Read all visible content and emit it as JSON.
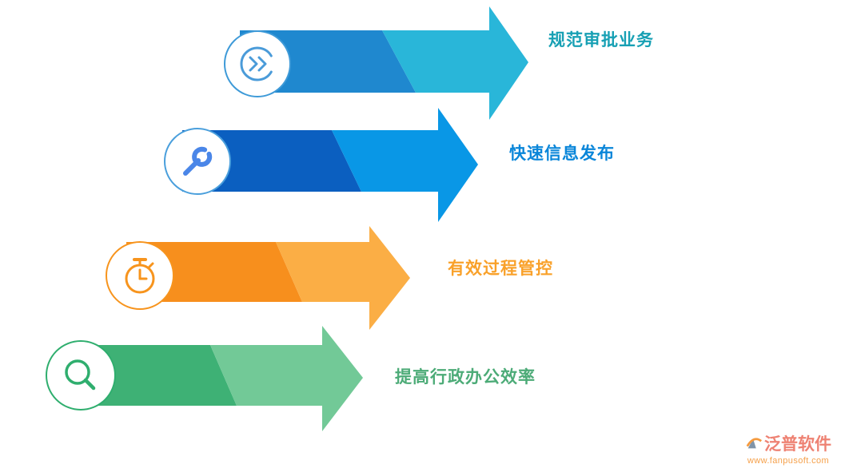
{
  "page": {
    "background": "#ffffff"
  },
  "items": [
    {
      "label": "规范审批业务",
      "label_color": "#17a0b4",
      "arrow_dark": "#1f88cf",
      "arrow_light": "#29b6d9",
      "circle_border": "#3e9ad8",
      "icon": "pie-chart-arrow-icon",
      "icon_color": "#4a9bd9"
    },
    {
      "label": "快速信息发布",
      "label_color": "#0a86d9",
      "arrow_dark": "#0b5fc0",
      "arrow_light": "#0997e6",
      "circle_border": "#4a9fdc",
      "icon": "wrench-icon",
      "icon_color": "#4a86e8"
    },
    {
      "label": "有效过程管控",
      "label_color": "#f9a12a",
      "arrow_dark": "#f78f1d",
      "arrow_light": "#fbae45",
      "circle_border": "#f7941d",
      "icon": "stopwatch-icon",
      "icon_color": "#f7941d"
    },
    {
      "label": "提高行政办公效率",
      "label_color": "#4cab77",
      "arrow_dark": "#3eb175",
      "arrow_light": "#72c997",
      "circle_border": "#2fae6e",
      "icon": "magnifier-icon",
      "icon_color": "#2fae6e"
    }
  ],
  "watermark": {
    "brand": "泛普软件",
    "brand_color": "#ee8273",
    "url": "www.fanpusoft.com",
    "url_color": "#f5a04a",
    "logo_primary": "#f59a3e",
    "logo_secondary": "#8094a8"
  }
}
